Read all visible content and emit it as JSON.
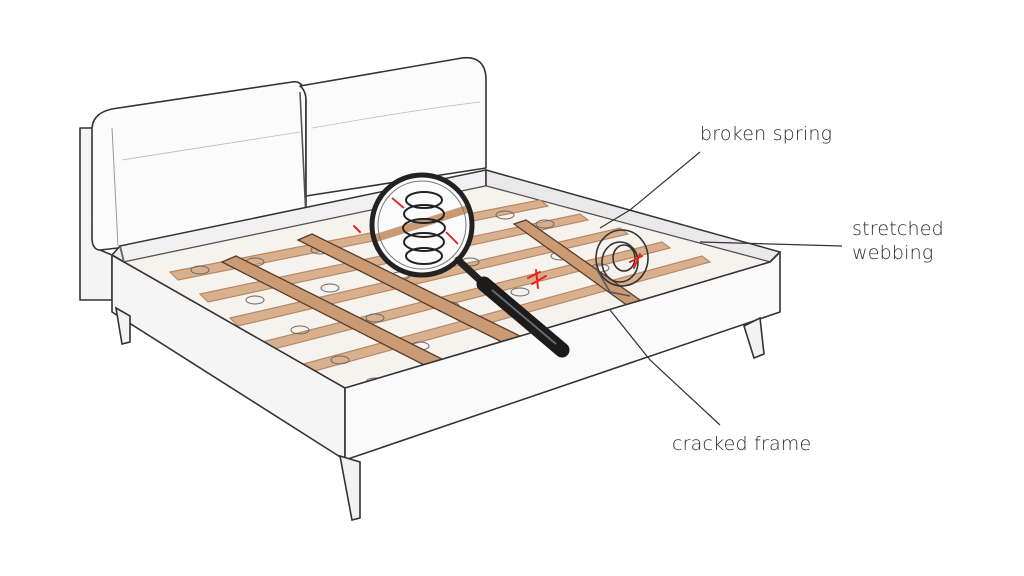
{
  "callouts": {
    "broken_spring": "broken spring",
    "stretched_webbing": "stretched webbing",
    "cracked_frame": "cracked frame"
  },
  "colors": {
    "ink": "#2b2b2b",
    "slat_wood": "#c99a74",
    "damage_red": "#e8221c",
    "background": "#ffffff"
  }
}
